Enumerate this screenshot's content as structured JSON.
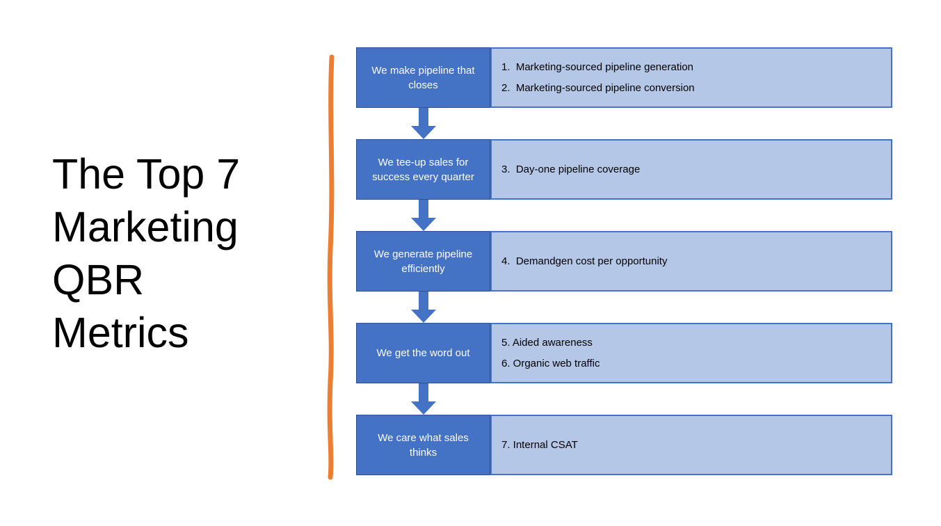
{
  "slide": {
    "title": {
      "text": "The Top 7 Marketing QBR Metrics",
      "lines": [
        "The Top 7",
        "Marketing",
        "QBR",
        "Metrics"
      ]
    },
    "colors": {
      "step_box_fill": "#4472C4",
      "step_box_border": "#2F528F",
      "metric_box_fill": "#B4C7E7",
      "metric_box_border": "#4472C4",
      "arrow": "#4472C4",
      "accent_line": "#ED7D31",
      "title_text": "#000000",
      "metric_text": "#000000",
      "step_label_text": "#FFFFFF"
    },
    "rows": [
      {
        "label": "We make pipeline that closes",
        "items": [
          {
            "text": "1.  Marketing-sourced pipeline generation"
          },
          {
            "text": "2.  Marketing-sourced pipeline conversion"
          }
        ]
      },
      {
        "label": "We tee-up sales for success every quarter",
        "items": [
          {
            "text": "3.  Day-one pipeline coverage"
          }
        ]
      },
      {
        "label": "We generate pipeline efficiently",
        "items": [
          {
            "text": "4.  Demandgen cost per opportunity"
          }
        ]
      },
      {
        "label": "We get the word out",
        "items": [
          {
            "text": "5. Aided awareness"
          },
          {
            "text": "6. Organic web traffic"
          }
        ]
      },
      {
        "label": "We care what sales thinks",
        "items": [
          {
            "text": "7. Internal CSAT"
          }
        ]
      }
    ]
  }
}
